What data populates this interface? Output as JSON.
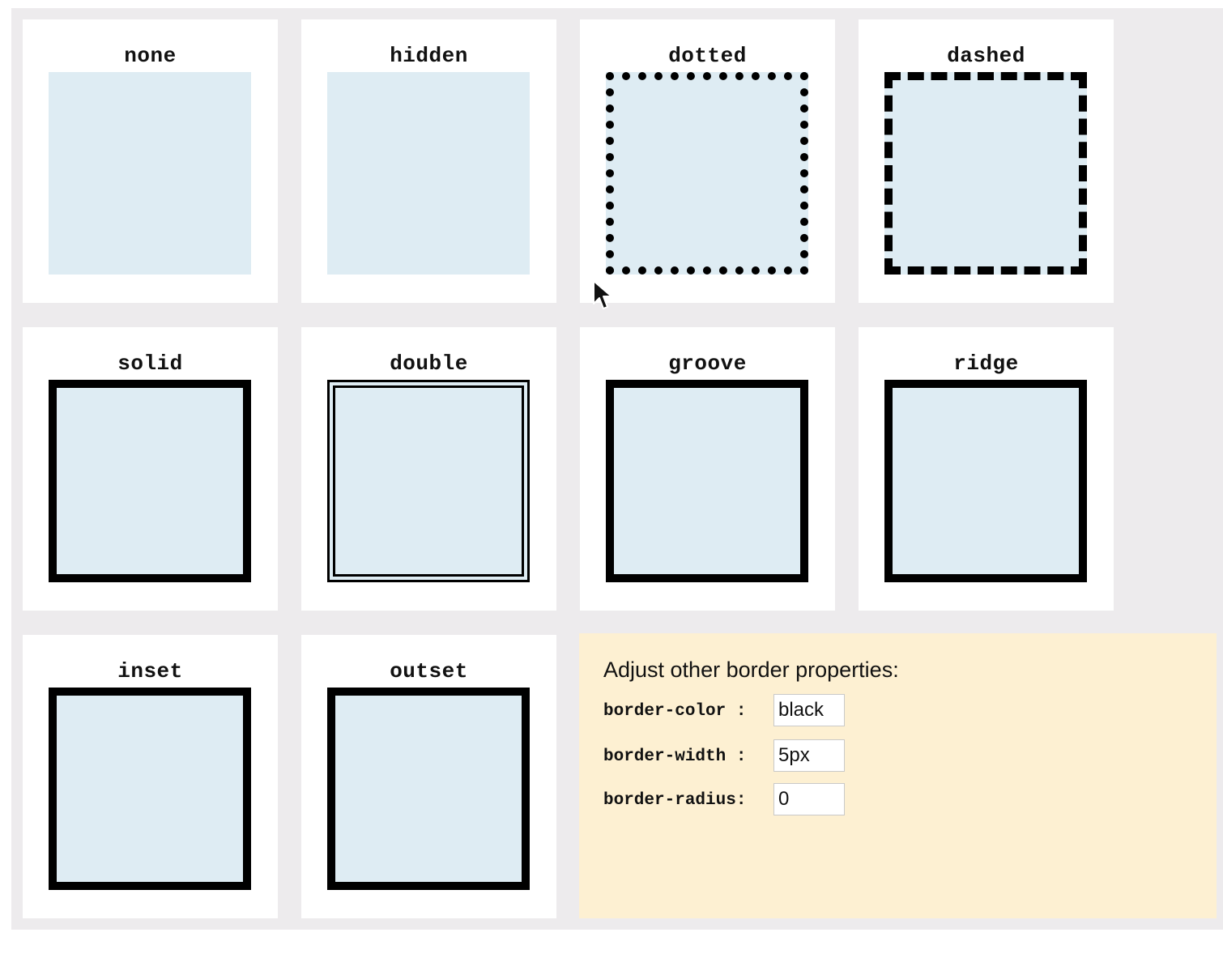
{
  "cards": [
    {
      "label": "none",
      "style": "none"
    },
    {
      "label": "hidden",
      "style": "hidden"
    },
    {
      "label": "dotted",
      "style": "dotted"
    },
    {
      "label": "dashed",
      "style": "dashed"
    },
    {
      "label": "solid",
      "style": "solid"
    },
    {
      "label": "double",
      "style": "double"
    },
    {
      "label": "groove",
      "style": "groove"
    },
    {
      "label": "ridge",
      "style": "ridge"
    },
    {
      "label": "inset",
      "style": "inset"
    },
    {
      "label": "outset",
      "style": "outset"
    }
  ],
  "panel": {
    "title": "Adjust other border properties:",
    "color_label": "border-color :",
    "color_value": "black",
    "width_label": "border-width :",
    "width_value": "5px",
    "radius_label": "border-radius:",
    "radius_value": "0"
  },
  "colors": {
    "stage_bg": "#edebed",
    "card_bg": "#ffffff",
    "box_fill": "#deecf3",
    "border": "#000000",
    "panel_bg": "#fdf0d2"
  },
  "cursor_icon": "mouse-pointer-icon"
}
